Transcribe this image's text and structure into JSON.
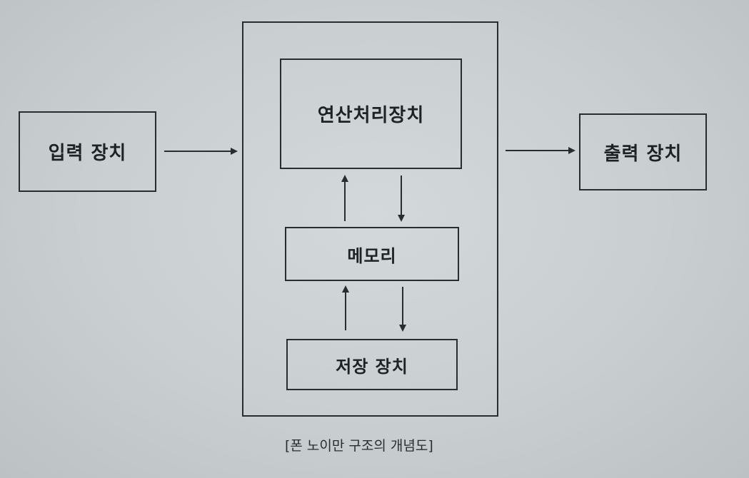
{
  "diagram": {
    "input_device": "입력 장치",
    "output_device": "출력 장치",
    "alu": "연산처리장치",
    "memory": "메모리",
    "storage": "저장 장치",
    "caption": "[폰 노이만 구조의 개념도]"
  },
  "colors": {
    "line": "#2a2d2f",
    "background": "#cdd2d4"
  }
}
